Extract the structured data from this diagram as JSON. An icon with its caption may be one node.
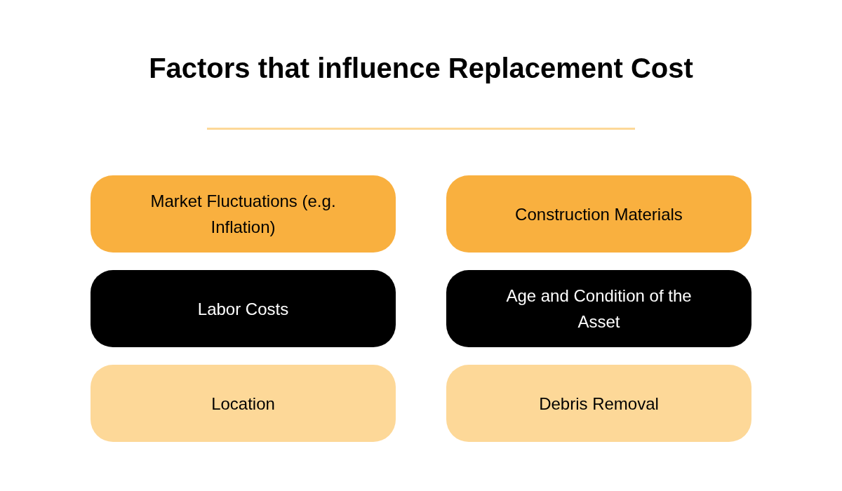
{
  "diagram": {
    "title": "Factors that influence Replacement Cost",
    "nodes": [
      {
        "text": [
          "Market Fluctuations (e.g. Inflation)"
        ]
      },
      {
        "text": [
          "Construction Materials"
        ]
      },
      {
        "text": [
          "Labor Costs"
        ]
      },
      {
        "text": [
          "Age and Condition of the Asset"
        ]
      },
      {
        "text": [
          "Location"
        ]
      },
      {
        "text": [
          "Debris Removal"
        ]
      }
    ],
    "edges": []
  }
}
